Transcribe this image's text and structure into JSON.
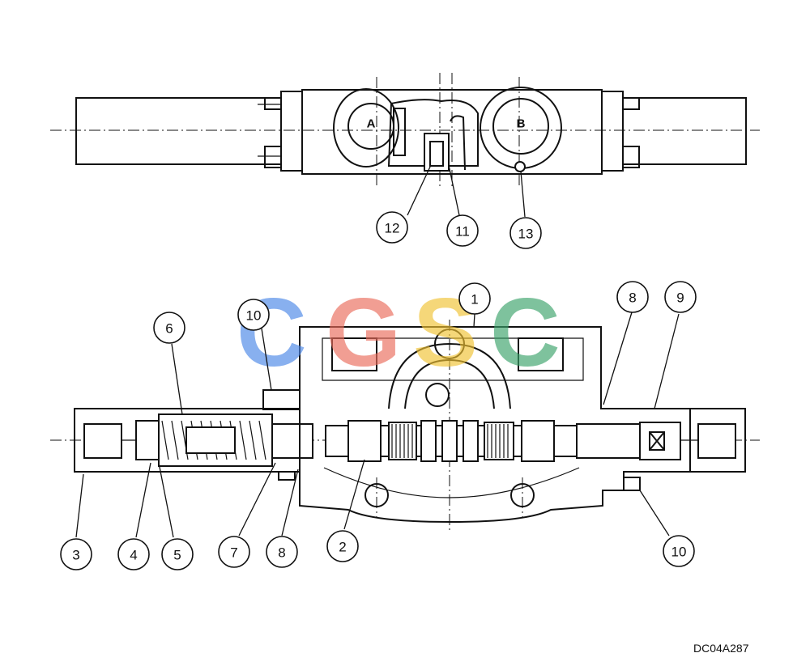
{
  "figure": {
    "code": "DC04A287",
    "ports": [
      "A",
      "B"
    ]
  },
  "callouts": [
    {
      "id": "c12",
      "label": "12"
    },
    {
      "id": "c11",
      "label": "11"
    },
    {
      "id": "c13",
      "label": "13"
    },
    {
      "id": "c1",
      "label": "1"
    },
    {
      "id": "c10a",
      "label": "10"
    },
    {
      "id": "c6",
      "label": "6"
    },
    {
      "id": "c8a",
      "label": "8"
    },
    {
      "id": "c9",
      "label": "9"
    },
    {
      "id": "c3",
      "label": "3"
    },
    {
      "id": "c4",
      "label": "4"
    },
    {
      "id": "c5",
      "label": "5"
    },
    {
      "id": "c7",
      "label": "7"
    },
    {
      "id": "c8b",
      "label": "8"
    },
    {
      "id": "c2",
      "label": "2"
    },
    {
      "id": "c10b",
      "label": "10"
    }
  ],
  "watermark": {
    "letters": [
      "C",
      "G",
      "S",
      "C"
    ],
    "colors": [
      "#4a86e8",
      "#ea6b5a",
      "#f1c232",
      "#3aa36a"
    ]
  }
}
